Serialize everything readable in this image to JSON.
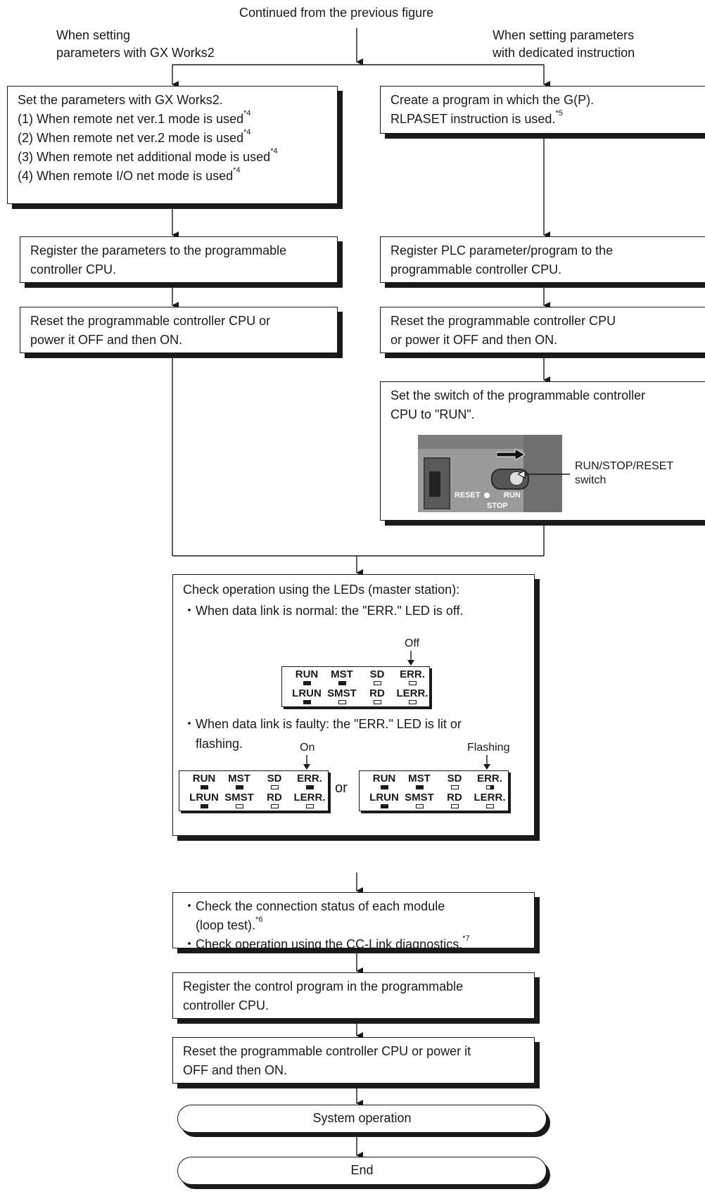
{
  "header": {
    "continued": "Continued from the previous figure",
    "left_branch": [
      "When setting",
      "parameters with GX Works2"
    ],
    "right_branch": [
      "When setting parameters",
      "with dedicated instruction"
    ]
  },
  "left": {
    "gx_box": {
      "title": "Set the parameters with GX Works2.",
      "items": [
        {
          "text": "(1) When remote net ver.1 mode is used",
          "note": "*4"
        },
        {
          "text": "(2) When remote net ver.2 mode is used",
          "note": "*4"
        },
        {
          "text": "(3) When remote net additional mode is used",
          "note": "*4"
        },
        {
          "text": "(4) When remote I/O net mode is used",
          "note": "*4"
        }
      ]
    },
    "register_box": [
      "Register the parameters to the programmable",
      "controller CPU."
    ],
    "reset_box": [
      "Reset the programmable controller CPU or",
      "power it OFF and then ON."
    ]
  },
  "right": {
    "program_box": {
      "lines": [
        "Create a program in which the G(P).",
        "RLPASET instruction is used."
      ],
      "note": "*5"
    },
    "register_box": [
      "Register PLC parameter/program to the",
      "programmable controller CPU."
    ],
    "reset_box": [
      "Reset the programmable controller CPU",
      "or power it OFF and then ON."
    ],
    "switch_box": {
      "lines": [
        "Set the switch of the programmable controller",
        "CPU to \"RUN\"."
      ],
      "callout": [
        "RUN/STOP/RESET",
        "switch"
      ],
      "photo_labels": {
        "reset": "RESET",
        "run": "RUN",
        "stop": "STOP"
      }
    }
  },
  "led_box": {
    "title": "Check operation using the LEDs (master station):",
    "normal": "When data link is normal: the \"ERR.\" LED is off.",
    "faulty": [
      "When data link is faulty: the \"ERR.\" LED is lit or",
      "flashing."
    ],
    "off_label": "Off",
    "on_label": "On",
    "flashing_label": "Flashing",
    "or": "or",
    "led_names": {
      "row1": [
        "RUN",
        "MST",
        "SD",
        "ERR."
      ],
      "row2": [
        "LRUN",
        "SMST",
        "RD",
        "LERR."
      ]
    },
    "panels": [
      {
        "id": "normal",
        "row1": [
          "on",
          "on",
          "off",
          "off"
        ],
        "row2": [
          "on",
          "off",
          "off",
          "off"
        ]
      },
      {
        "id": "lit",
        "row1": [
          "on",
          "on",
          "off",
          "on"
        ],
        "row2": [
          "on",
          "off",
          "off",
          "off"
        ]
      },
      {
        "id": "flashing",
        "row1": [
          "on",
          "on",
          "off",
          "flash"
        ],
        "row2": [
          "on",
          "off",
          "off",
          "off"
        ]
      }
    ]
  },
  "check_box": {
    "items": [
      {
        "lines": [
          "Check the connection status of each module",
          "(loop test)."
        ],
        "note": "*6"
      },
      {
        "lines": [
          "Check operation using the CC-Link diagnostics."
        ],
        "note": "*7"
      }
    ]
  },
  "control_box": [
    "Register the control program in the programmable",
    "controller CPU."
  ],
  "final_reset_box": [
    "Reset the programmable controller CPU or power it",
    "OFF and then ON."
  ],
  "system_operation": "System operation",
  "end": "End"
}
